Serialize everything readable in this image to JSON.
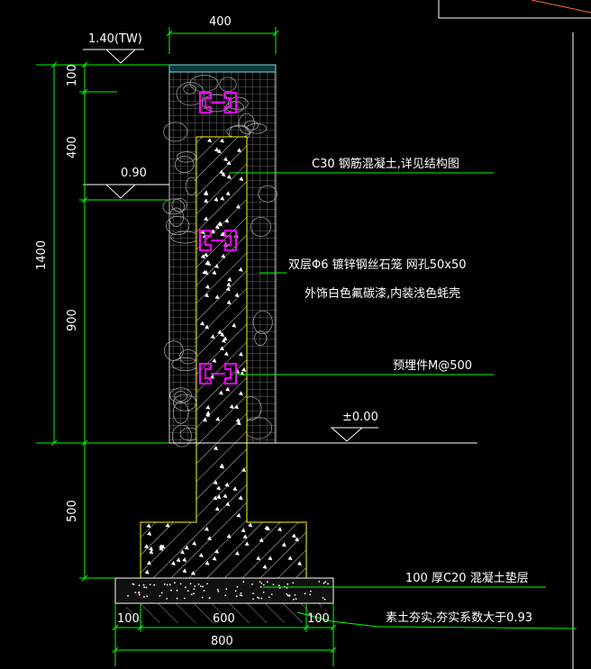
{
  "colors": {
    "background": "#000000",
    "frame": "#ffffff",
    "dimension": "#00ff00",
    "leader": "#00ff00",
    "text": "#ffffff",
    "concrete": "#ffff00",
    "gabion_mesh": "#c8c8c8",
    "gabion_cap": "#7fd7d7",
    "anchor": "#ff00ff",
    "soil": "#ffffff",
    "corner_line": "#ff6a3d"
  },
  "dimensions": {
    "top_width": "400",
    "top_level": "1.40(TW)",
    "mid_level": "0.90",
    "ground_level": "±0.00",
    "left_100": "100",
    "left_400": "400",
    "left_900": "900",
    "left_1400": "1400",
    "left_500": "500",
    "bottom_100_left": "100",
    "bottom_600": "600",
    "bottom_100_right": "100",
    "bottom_800": "800"
  },
  "annotations": {
    "c30": "C30  钢筋混凝土,详见结构图",
    "gabion_line1": "双层Φ6 镀锌钢丝石笼 网孔50x50",
    "gabion_line2": "外饰白色氟碳漆,内装浅色蚝壳",
    "embedded": "预埋件M@500",
    "cushion": "100  厚C20  混凝土垫层",
    "compacted": "素土夯实,夯实系数大于0.93"
  },
  "icons": {
    "level_marker": "level-triangle-icon",
    "anchor": "embedded-anchor-icon"
  }
}
